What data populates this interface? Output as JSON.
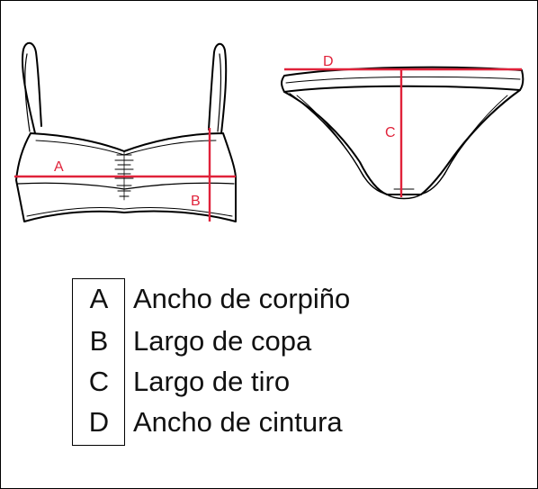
{
  "diagram": {
    "top_piece": {
      "labels": {
        "a": "A",
        "b": "B"
      }
    },
    "bottom_piece": {
      "labels": {
        "c": "C",
        "d": "D"
      }
    },
    "measure_color": "#e0223a",
    "legend": [
      {
        "letter": "A",
        "text": "Ancho de corpiño"
      },
      {
        "letter": "B",
        "text": "Largo de copa"
      },
      {
        "letter": "C",
        "text": "Largo de tiro"
      },
      {
        "letter": "D",
        "text": "Ancho de cintura"
      }
    ]
  }
}
